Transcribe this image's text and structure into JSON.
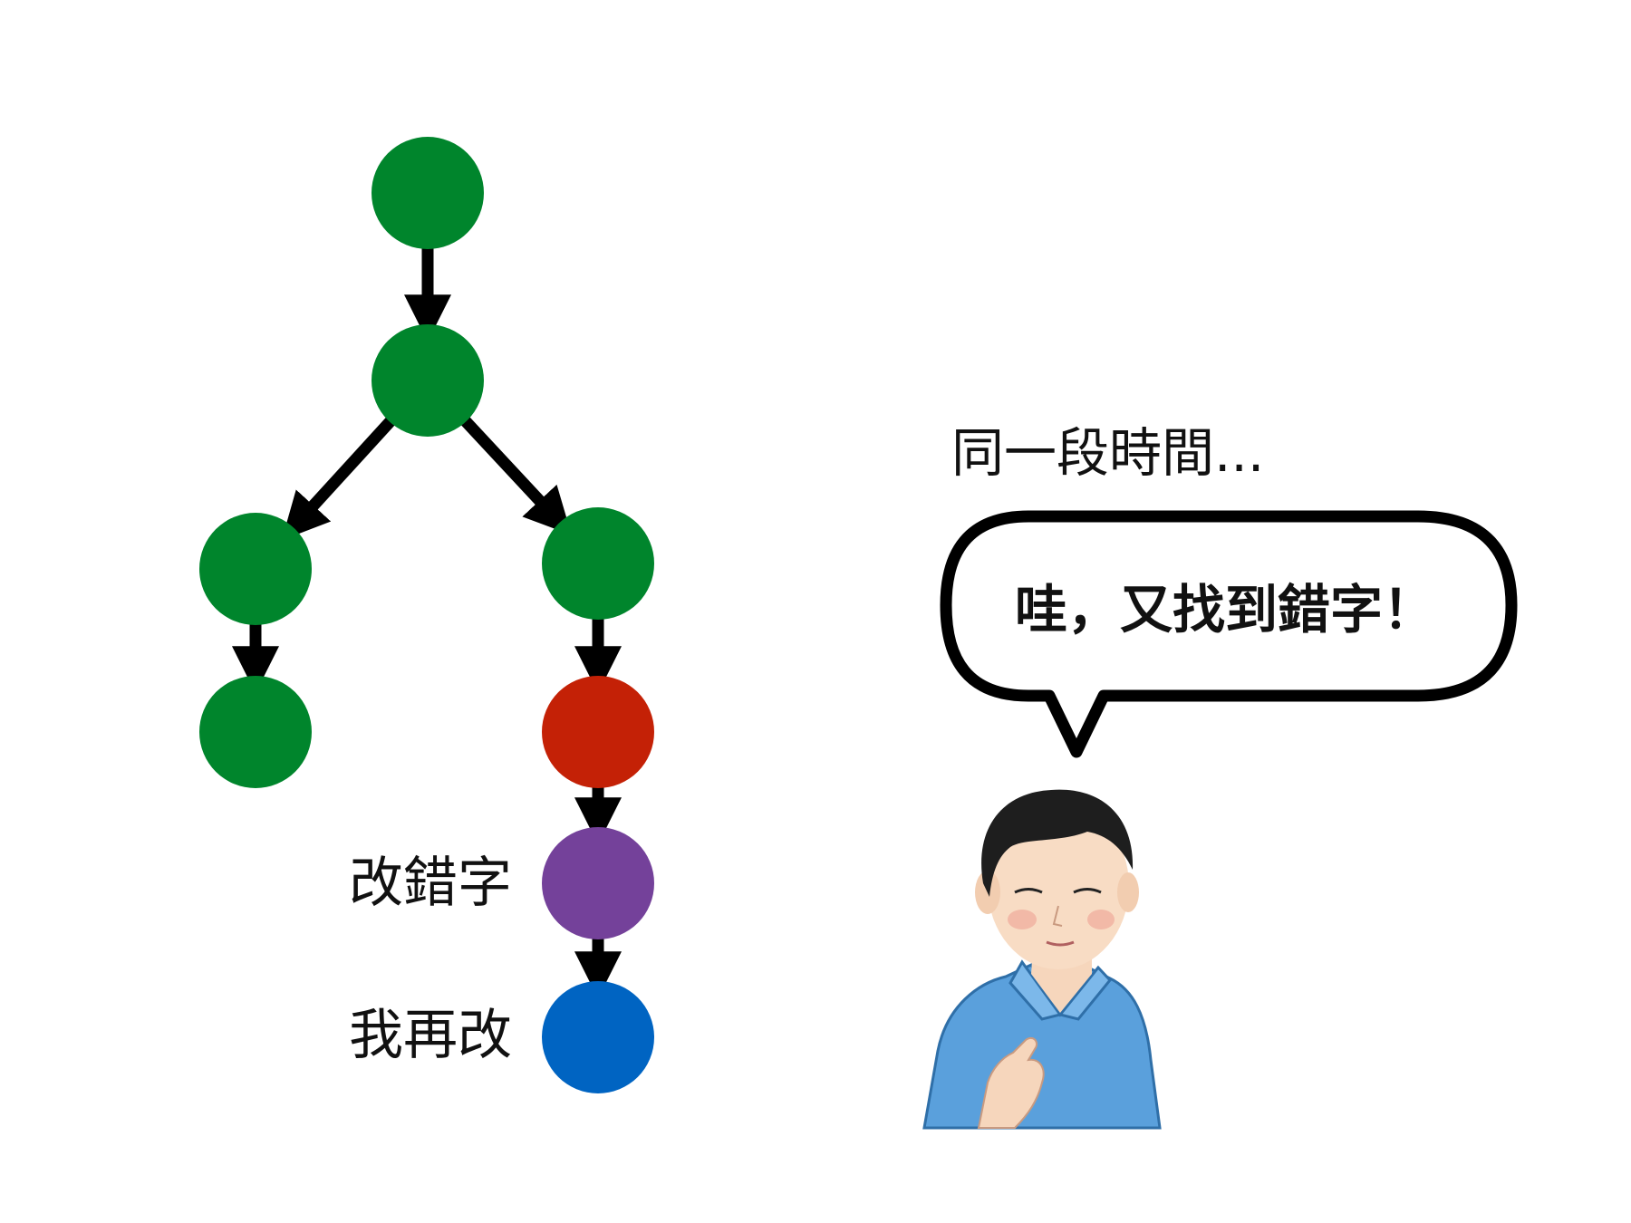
{
  "diagram": {
    "nodes": [
      {
        "id": "n1",
        "color": "#00852c"
      },
      {
        "id": "n2",
        "color": "#00852c"
      },
      {
        "id": "n3",
        "color": "#00852c"
      },
      {
        "id": "n4",
        "color": "#00852c"
      },
      {
        "id": "n5",
        "color": "#00852c"
      },
      {
        "id": "n6",
        "color": "#c42106"
      },
      {
        "id": "n7",
        "color": "#74419a",
        "label": "改錯字"
      },
      {
        "id": "n8",
        "color": "#0064c2",
        "label": "我再改"
      }
    ],
    "edges": [
      {
        "from": "n1",
        "to": "n2"
      },
      {
        "from": "n2",
        "to": "n3"
      },
      {
        "from": "n2",
        "to": "n4"
      },
      {
        "from": "n3",
        "to": "n5"
      },
      {
        "from": "n4",
        "to": "n6"
      },
      {
        "from": "n6",
        "to": "n7"
      },
      {
        "from": "n7",
        "to": "n8"
      }
    ]
  },
  "caption": "同一段時間...",
  "speech_bubble": {
    "text": "哇，又找到錯字！"
  },
  "colors": {
    "arrow": "#000000",
    "bubble_border": "#000000",
    "shirt": "#5aa0dc"
  }
}
